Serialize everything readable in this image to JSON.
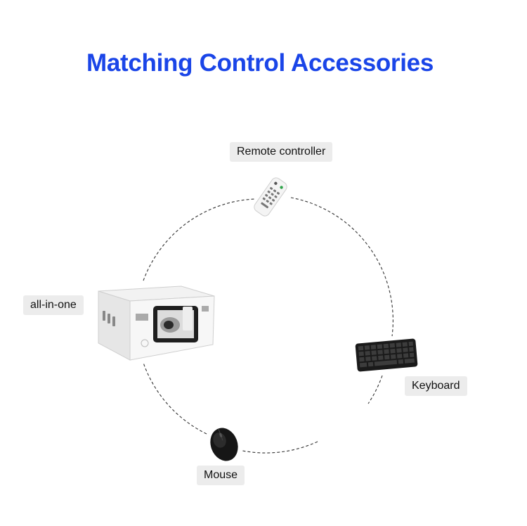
{
  "title": "Matching Control Accessories",
  "colors": {
    "title": "#1a45e8",
    "label_bg": "#ececec",
    "dashed_ring": "#333333"
  },
  "nodes": {
    "remote": {
      "label": "Remote controller",
      "icon": "remote-controller-icon"
    },
    "all_in_one": {
      "label": "all-in-one",
      "icon": "projector-box-icon"
    },
    "keyboard": {
      "label": "Keyboard",
      "icon": "keyboard-icon"
    },
    "mouse": {
      "label": "Mouse",
      "icon": "mouse-icon"
    }
  }
}
